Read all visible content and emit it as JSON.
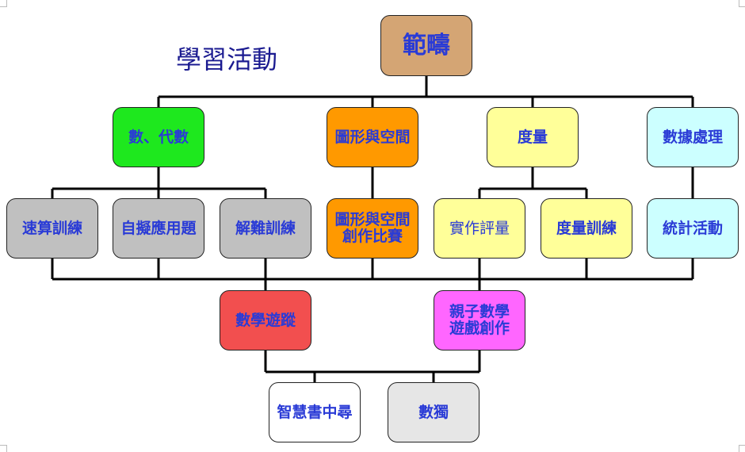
{
  "title": "學習活動",
  "nodes": {
    "root": {
      "label": "範疇",
      "bg": "#d4a574",
      "color": "#2a3bd6"
    },
    "cat_algebra": {
      "label": "數、代數",
      "bg": "#1ee81e",
      "color": "#2a3bd6"
    },
    "cat_shape": {
      "label": "圖形與空間",
      "bg": "#ff9900",
      "color": "#2a3bd6"
    },
    "cat_measure": {
      "label": "度量",
      "bg": "#ffff99",
      "color": "#2a3bd6"
    },
    "cat_data": {
      "label": "數據處理",
      "bg": "#ccffff",
      "color": "#2a3bd6"
    },
    "act_speed": {
      "label": "速算訓練",
      "bg": "#c0c0c0",
      "color": "#2a3bd6"
    },
    "act_word": {
      "label": "自擬應用題",
      "bg": "#c0c0c0",
      "color": "#2a3bd6"
    },
    "act_hard": {
      "label": "解難訓練",
      "bg": "#c0c0c0",
      "color": "#2a3bd6"
    },
    "act_shape_contest": {
      "label": "圖形與空間\n創作比賽",
      "bg": "#ff9900",
      "color": "#2a3bd6"
    },
    "act_practical": {
      "label": "實作評量",
      "bg": "#ffff99",
      "color": "#2a3bd6"
    },
    "act_measure_train": {
      "label": "度量訓練",
      "bg": "#ffff99",
      "color": "#2a3bd6"
    },
    "act_stats": {
      "label": "統計活動",
      "bg": "#ccffff",
      "color": "#2a3bd6"
    },
    "game_math": {
      "label": "數學遊蹤",
      "bg": "#f24f4f",
      "color": "#2a3bd6"
    },
    "game_parent": {
      "label": "親子數學\n遊戲創作",
      "bg": "#ff66ff",
      "color": "#2a3bd6"
    },
    "book_search": {
      "label": "智慧書中尋",
      "bg": "#ffffff",
      "color": "#2a3bd6"
    },
    "sudoku": {
      "label": "數獨",
      "bg": "#e6e6e6",
      "color": "#2a3bd6"
    }
  }
}
